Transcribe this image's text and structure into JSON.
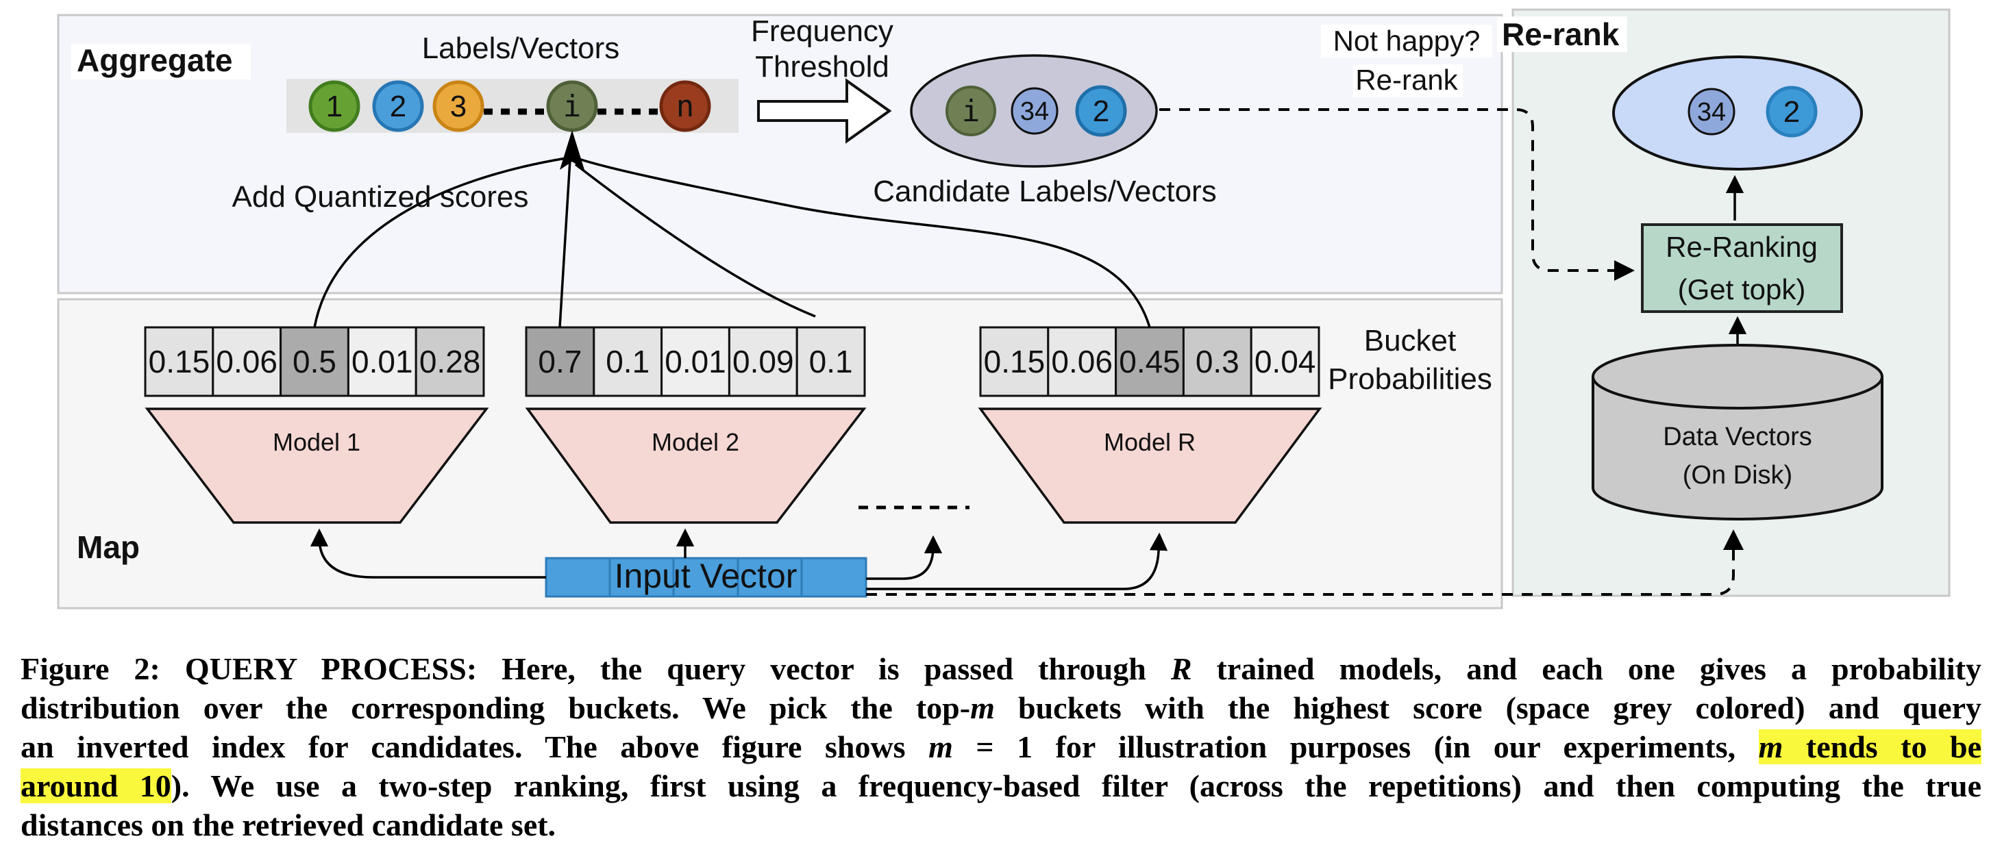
{
  "figure": {
    "colors": {
      "aggregate_bg": "#F4F6FC",
      "map_bg": "#F6F6F6",
      "rerank_bg": "#EAF1EE",
      "panel_border": "#C8C8C8",
      "strip_bg": "#E3E3E3",
      "trapezoid_fill": "#F5D7D3",
      "candidate_ellipse_fill": "#C8C8D8",
      "rerank_ellipse_fill": "#C9D9F8",
      "rerank_box_fill": "#B7D8C9",
      "cylinder_fill": "#CACACA",
      "input_vector_fill": "#4A9FDC",
      "input_vector_border": "#2E7CB8",
      "highlight": "#F9F83C",
      "selected_bucket": "#ABABAB"
    },
    "aggregate": {
      "title": "Aggregate",
      "labels_vectors_label": "Labels/Vectors",
      "add_quantized_label": "Add Quantized scores",
      "frequency_line1": "Frequency",
      "frequency_line2": "Threshold",
      "not_happy_line1": "Not happy?",
      "not_happy_line2": "Re-rank",
      "candidate_caption": "Candidate Labels/Vectors",
      "strip_circles": [
        {
          "label": "1",
          "fill": "#65A233",
          "ring": "#417D1E",
          "ring_width": 5,
          "text_color": "#FFFFFF",
          "mono": false
        },
        {
          "label": "2",
          "fill": "#4A9FDB",
          "ring": "#2776B5",
          "ring_width": 5,
          "text_color": "#FFFFFF",
          "mono": false
        },
        {
          "label": "3",
          "fill": "#E9A93D",
          "ring": "#C98414",
          "ring_width": 5,
          "text_color": "#FFFFFF",
          "mono": false
        },
        {
          "label": "i",
          "fill": "#6F8055",
          "ring": "#4F6039",
          "ring_width": 5,
          "text_color": "#FFFFFF",
          "mono": true
        },
        {
          "label": "n",
          "fill": "#9A3D1F",
          "ring": "#74280F",
          "ring_width": 5,
          "text_color": "#FFFFFF",
          "mono": true
        }
      ],
      "candidate_circles": [
        {
          "label": "i",
          "fill": "#6F8055",
          "ring": "#4F6039",
          "ring_width": 4,
          "text_color": "#FFFFFF",
          "mono": true
        },
        {
          "label": "34",
          "fill": "#8EA8DB",
          "ring": "#111111",
          "ring_width": 3,
          "text_color": "#111111",
          "mono": false
        },
        {
          "label": "2",
          "fill": "#3E99D7",
          "ring": "#1F6FA9",
          "ring_width": 5,
          "text_color": "#FFFFFF",
          "mono": false
        }
      ]
    },
    "map": {
      "title": "Map",
      "bucket_probabilities_line1": "Bucket",
      "bucket_probabilities_line2": "Probabilities",
      "input_vector_label": "Input Vector",
      "models": [
        {
          "name": "Model 1",
          "cells": [
            {
              "value": "0.15",
              "shade": "#E2E2E2"
            },
            {
              "value": "0.06",
              "shade": "#E8E8E8"
            },
            {
              "value": "0.5",
              "shade": "#ABABAB"
            },
            {
              "value": "0.01",
              "shade": "#EFEFEF"
            },
            {
              "value": "0.28",
              "shade": "#CCCCCC"
            }
          ]
        },
        {
          "name": "Model 2",
          "cells": [
            {
              "value": "0.7",
              "shade": "#A3A3A3"
            },
            {
              "value": "0.1",
              "shade": "#E4E4E4"
            },
            {
              "value": "0.01",
              "shade": "#EFEFEF"
            },
            {
              "value": "0.09",
              "shade": "#E8E8E8"
            },
            {
              "value": "0.1",
              "shade": "#E4E4E4"
            }
          ]
        },
        {
          "name": "Model R",
          "cells": [
            {
              "value": "0.15",
              "shade": "#E2E2E2"
            },
            {
              "value": "0.06",
              "shade": "#E8E8E8"
            },
            {
              "value": "0.45",
              "shade": "#ABABAB"
            },
            {
              "value": "0.3",
              "shade": "#C9C9C9"
            },
            {
              "value": "0.04",
              "shade": "#EDEDED"
            }
          ]
        }
      ]
    },
    "rerank": {
      "title": "Re-rank",
      "box_line1": "Re-Ranking",
      "box_line2": "(Get topk)",
      "cylinder_line1": "Data Vectors",
      "cylinder_line2": "(On Disk)",
      "result_circles": [
        {
          "label": "34",
          "fill": "#8EA8DB",
          "ring": "#111111",
          "ring_width": 3,
          "text_color": "#111111",
          "mono": false
        },
        {
          "label": "2",
          "fill": "#3E99D7",
          "ring": "#2980BD",
          "ring_width": 5,
          "text_color": "#FFFFFF",
          "mono": false
        }
      ]
    }
  },
  "caption": {
    "lines": [
      [
        {
          "t": "Figure 2: QUERY PROCESS: Here, the query vector is passed through "
        },
        {
          "t": "R",
          "i": true
        },
        {
          "t": " trained models, and each one gives a probability"
        }
      ],
      [
        {
          "t": "distribution over the corresponding buckets. We pick the top-"
        },
        {
          "t": "m",
          "i": true
        },
        {
          "t": " buckets with the highest score (space grey colored) and query"
        }
      ],
      [
        {
          "t": "an inverted index for candidates. The above figure shows "
        },
        {
          "t": "m",
          "i": true
        },
        {
          "t": " = 1 for illustration purposes (in our experiments, "
        },
        {
          "t": "m",
          "i": true,
          "h": true
        },
        {
          "t": " tends to be",
          "h": true
        }
      ],
      [
        {
          "t": "around 10",
          "h": true
        },
        {
          "t": "). We use a two-step ranking, first using a frequency-based filter (across the repetitions) and then computing the true"
        }
      ],
      [
        {
          "t": "distances on the retrieved candidate set."
        }
      ]
    ]
  }
}
